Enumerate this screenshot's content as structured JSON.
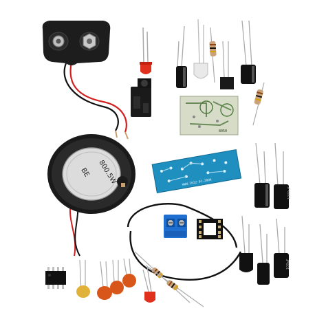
{
  "speaker": {
    "label_line1": "BE",
    "label_line2": "800.5W"
  },
  "pcb_small": {
    "silkscreen": "8050"
  },
  "pcb_long": {
    "silkscreen": "WWW.2022-01-20OK"
  },
  "capacitors": {
    "large_right_label": "1000uF",
    "bottom_right_label": "100uF"
  },
  "colors": {
    "pcb_green": "#d6dcc8",
    "pcb_blue": "#1f8fbf",
    "terminal_blue": "#1f6fd1",
    "battery_clip": "#1d1d1d",
    "wire_red": "#d22020",
    "wire_black": "#111111",
    "led_red": "#e0301e",
    "ceramic_cap": "#d9561b",
    "resistor_body": "#c9a27a",
    "electrolytic": "#111111"
  },
  "icons": {
    "battery_clip": "battery-clip-icon",
    "speaker": "speaker-icon",
    "audio_jack": "audio-jack-icon",
    "ic_socket": "ic-socket-icon",
    "terminal_block": "terminal-block-icon"
  }
}
